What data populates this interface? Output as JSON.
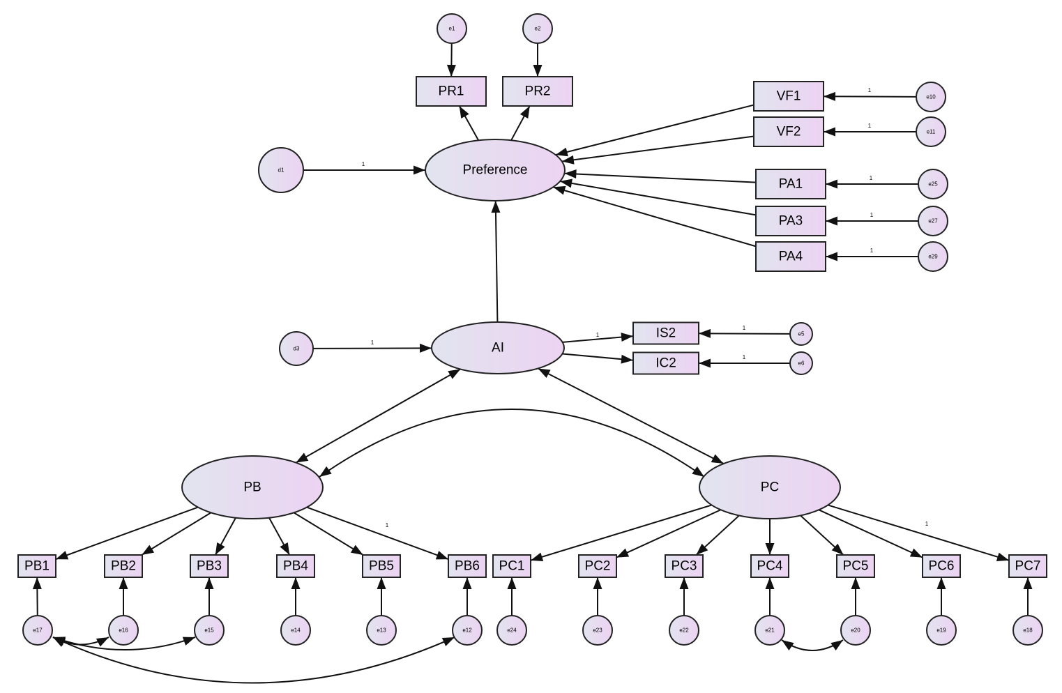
{
  "diagram": {
    "latents": [
      {
        "id": "Preference",
        "label": "Preference"
      },
      {
        "id": "AI",
        "label": "AI"
      },
      {
        "id": "PB",
        "label": "PB"
      },
      {
        "id": "PC",
        "label": "PC"
      }
    ],
    "observed": [
      {
        "id": "PR1",
        "label": "PR1"
      },
      {
        "id": "PR2",
        "label": "PR2"
      },
      {
        "id": "VF1",
        "label": "VF1"
      },
      {
        "id": "VF2",
        "label": "VF2"
      },
      {
        "id": "PA1",
        "label": "PA1"
      },
      {
        "id": "PA3",
        "label": "PA3"
      },
      {
        "id": "PA4",
        "label": "PA4"
      },
      {
        "id": "IS2",
        "label": "IS2"
      },
      {
        "id": "IC2",
        "label": "IC2"
      },
      {
        "id": "PB1",
        "label": "PB1"
      },
      {
        "id": "PB2",
        "label": "PB2"
      },
      {
        "id": "PB3",
        "label": "PB3"
      },
      {
        "id": "PB4",
        "label": "PB4"
      },
      {
        "id": "PB5",
        "label": "PB5"
      },
      {
        "id": "PB6",
        "label": "PB6"
      },
      {
        "id": "PC1",
        "label": "PC1"
      },
      {
        "id": "PC2",
        "label": "PC2"
      },
      {
        "id": "PC3",
        "label": "PC3"
      },
      {
        "id": "PC4",
        "label": "PC4"
      },
      {
        "id": "PC5",
        "label": "PC5"
      },
      {
        "id": "PC6",
        "label": "PC6"
      },
      {
        "id": "PC7",
        "label": "PC7"
      }
    ],
    "errors": [
      {
        "id": "e1",
        "label": "e1"
      },
      {
        "id": "e2",
        "label": "e2"
      },
      {
        "id": "e10",
        "label": "e10"
      },
      {
        "id": "e11",
        "label": "e11"
      },
      {
        "id": "e25",
        "label": "e25"
      },
      {
        "id": "e27",
        "label": "e27"
      },
      {
        "id": "e29",
        "label": "e29"
      },
      {
        "id": "e5",
        "label": "e5"
      },
      {
        "id": "e6",
        "label": "e6"
      },
      {
        "id": "d1",
        "label": "d1"
      },
      {
        "id": "d3",
        "label": "d3"
      },
      {
        "id": "e17",
        "label": "e17"
      },
      {
        "id": "e16",
        "label": "e16"
      },
      {
        "id": "e15",
        "label": "e15"
      },
      {
        "id": "e14",
        "label": "e14"
      },
      {
        "id": "e13",
        "label": "e13"
      },
      {
        "id": "e12",
        "label": "e12"
      },
      {
        "id": "e24",
        "label": "e24"
      },
      {
        "id": "e23",
        "label": "e23"
      },
      {
        "id": "e22",
        "label": "e22"
      },
      {
        "id": "e21",
        "label": "e21"
      },
      {
        "id": "e20",
        "label": "e20"
      },
      {
        "id": "e19",
        "label": "e19"
      },
      {
        "id": "e18",
        "label": "e18"
      }
    ],
    "paths": [
      {
        "from": "Preference",
        "to": "PR1"
      },
      {
        "from": "Preference",
        "to": "PR2"
      },
      {
        "from": "VF1",
        "to": "Preference"
      },
      {
        "from": "VF2",
        "to": "Preference"
      },
      {
        "from": "PA1",
        "to": "Preference"
      },
      {
        "from": "PA3",
        "to": "Preference"
      },
      {
        "from": "PA4",
        "to": "Preference"
      },
      {
        "from": "AI",
        "to": "Preference"
      },
      {
        "from": "AI",
        "to": "IS2"
      },
      {
        "from": "AI",
        "to": "IC2"
      },
      {
        "from": "PB",
        "to": "PB1"
      },
      {
        "from": "PB",
        "to": "PB2"
      },
      {
        "from": "PB",
        "to": "PB3"
      },
      {
        "from": "PB",
        "to": "PB4"
      },
      {
        "from": "PB",
        "to": "PB5"
      },
      {
        "from": "PB",
        "to": "PB6"
      },
      {
        "from": "PC",
        "to": "PC1"
      },
      {
        "from": "PC",
        "to": "PC2"
      },
      {
        "from": "PC",
        "to": "PC3"
      },
      {
        "from": "PC",
        "to": "PC4"
      },
      {
        "from": "PC",
        "to": "PC5"
      },
      {
        "from": "PC",
        "to": "PC6"
      },
      {
        "from": "PC",
        "to": "PC7"
      },
      {
        "from": "e1",
        "to": "PR1"
      },
      {
        "from": "e2",
        "to": "PR2"
      },
      {
        "from": "e10",
        "to": "VF1",
        "weight": "1"
      },
      {
        "from": "e11",
        "to": "VF2",
        "weight": "1"
      },
      {
        "from": "e25",
        "to": "PA1",
        "weight": "1"
      },
      {
        "from": "e27",
        "to": "PA3",
        "weight": "1"
      },
      {
        "from": "e29",
        "to": "PA4",
        "weight": "1"
      },
      {
        "from": "e5",
        "to": "IS2",
        "weight": "1"
      },
      {
        "from": "e6",
        "to": "IC2",
        "weight": "1"
      },
      {
        "from": "d1",
        "to": "Preference",
        "weight": "1"
      },
      {
        "from": "d3",
        "to": "AI",
        "weight": "1"
      },
      {
        "from": "e17",
        "to": "PB1"
      },
      {
        "from": "e16",
        "to": "PB2"
      },
      {
        "from": "e15",
        "to": "PB3"
      },
      {
        "from": "e14",
        "to": "PB4"
      },
      {
        "from": "e13",
        "to": "PB5"
      },
      {
        "from": "e12",
        "to": "PB6"
      },
      {
        "from": "e24",
        "to": "PC1"
      },
      {
        "from": "e23",
        "to": "PC2"
      },
      {
        "from": "e22",
        "to": "PC3"
      },
      {
        "from": "e21",
        "to": "PC4"
      },
      {
        "from": "e20",
        "to": "PC5"
      },
      {
        "from": "e19",
        "to": "PC6"
      },
      {
        "from": "e18",
        "to": "PC7"
      }
    ],
    "extra_weight_labels": [
      {
        "id": "ai-is2",
        "text": "1"
      },
      {
        "id": "pb-pb6",
        "text": "1"
      },
      {
        "id": "pc-pc7",
        "text": "1"
      }
    ],
    "covariances": [
      {
        "a": "AI",
        "b": "PB"
      },
      {
        "a": "AI",
        "b": "PC"
      },
      {
        "a": "PB",
        "b": "PC"
      },
      {
        "a": "e17",
        "b": "e16"
      },
      {
        "a": "e17",
        "b": "e15"
      },
      {
        "a": "e17",
        "b": "e12"
      },
      {
        "a": "e21",
        "b": "e20"
      }
    ],
    "colors": {
      "fill_left": "#e2e4ef",
      "fill_right": "#ecd3f2",
      "stroke": "#222222"
    }
  }
}
